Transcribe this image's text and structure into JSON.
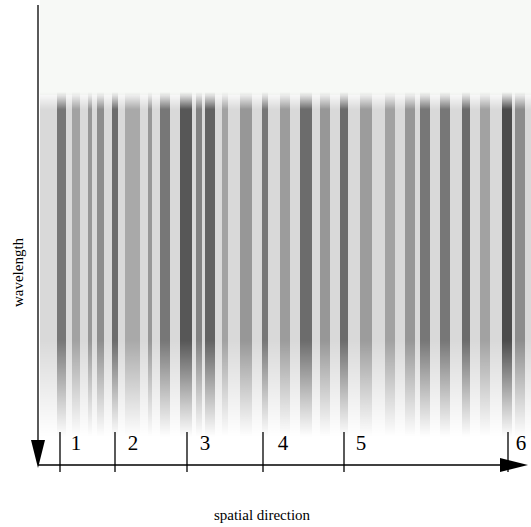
{
  "diagram": {
    "labels": [
      "1",
      "2",
      "3",
      "4",
      "5",
      "6",
      "wavelength",
      "spatial direction"
    ]
  }
}
